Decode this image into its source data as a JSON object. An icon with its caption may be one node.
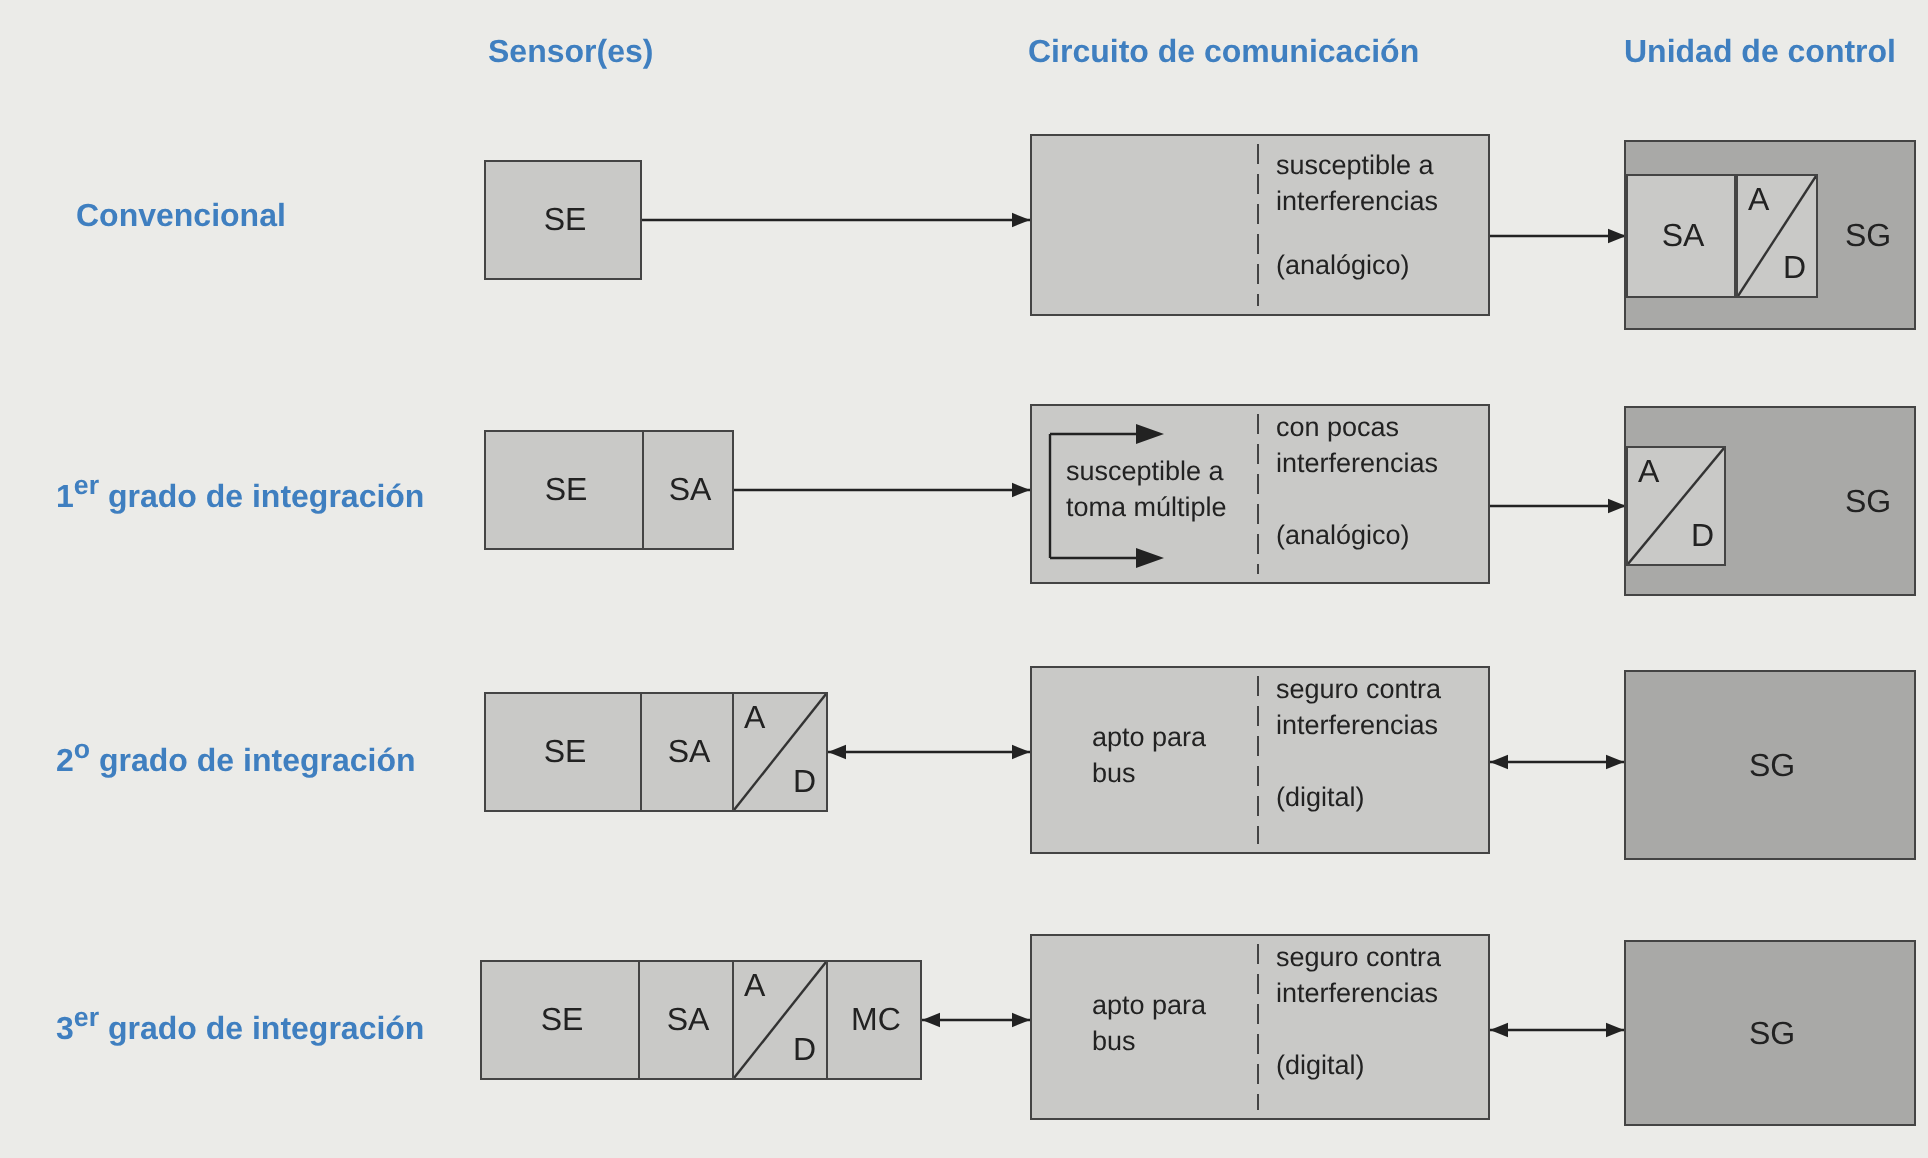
{
  "diagram": {
    "nodes": [
      {
        "text": [
          "SE"
        ]
      },
      {
        "text": [
          "susceptible a interferencias",
          "(analógico)"
        ]
      },
      {
        "text": [
          "SG"
        ]
      },
      {
        "text": [
          "SA"
        ],
        "in": 2
      },
      {
        "text": [
          "A",
          "D"
        ],
        "in": 2
      },
      {
        "text": [
          "SE"
        ]
      },
      {
        "text": [
          "SA"
        ]
      },
      {
        "text": [
          "susceptible a toma múltiple",
          "con pocas interferencias",
          "(analógico)"
        ]
      },
      {
        "text": [
          "SG"
        ]
      },
      {
        "text": [
          "A",
          "D"
        ],
        "in": 8
      },
      {
        "text": [
          "SE"
        ]
      },
      {
        "text": [
          "SA"
        ]
      },
      {
        "text": [
          "A",
          "D"
        ]
      },
      {
        "text": [
          "apto para bus",
          "seguro contra interferencias",
          "(digital)"
        ]
      },
      {
        "text": [
          "SG"
        ]
      },
      {
        "text": [
          "SE"
        ]
      },
      {
        "text": [
          "SA"
        ]
      },
      {
        "text": [
          "A",
          "D"
        ]
      },
      {
        "text": [
          "MC"
        ]
      },
      {
        "text": [
          "apto para bus",
          "seguro contra interferencias",
          "(digital)"
        ]
      },
      {
        "text": [
          "SG"
        ]
      }
    ],
    "edges": [
      {
        "from": 0,
        "to": 1,
        "arrow": "to"
      },
      {
        "from": 1,
        "to": 3,
        "arrow": "to"
      },
      {
        "from": 6,
        "to": 7,
        "arrow": "to"
      },
      {
        "from": 7,
        "to": 9,
        "arrow": "to"
      },
      {
        "from": 12,
        "to": 13,
        "arrow": "both"
      },
      {
        "from": 13,
        "to": 14,
        "arrow": "both"
      },
      {
        "from": 18,
        "to": 19,
        "arrow": "both"
      },
      {
        "from": 19,
        "to": 20,
        "arrow": "both"
      }
    ],
    "labels": [
      "Sensor(es)",
      "Circuito de comunicación",
      "Unidad de control",
      "Convencional",
      "1$^{er}$ grado de integración",
      "2$^{o}$ grado de integración",
      "3$^{er}$ grado de integración"
    ]
  }
}
